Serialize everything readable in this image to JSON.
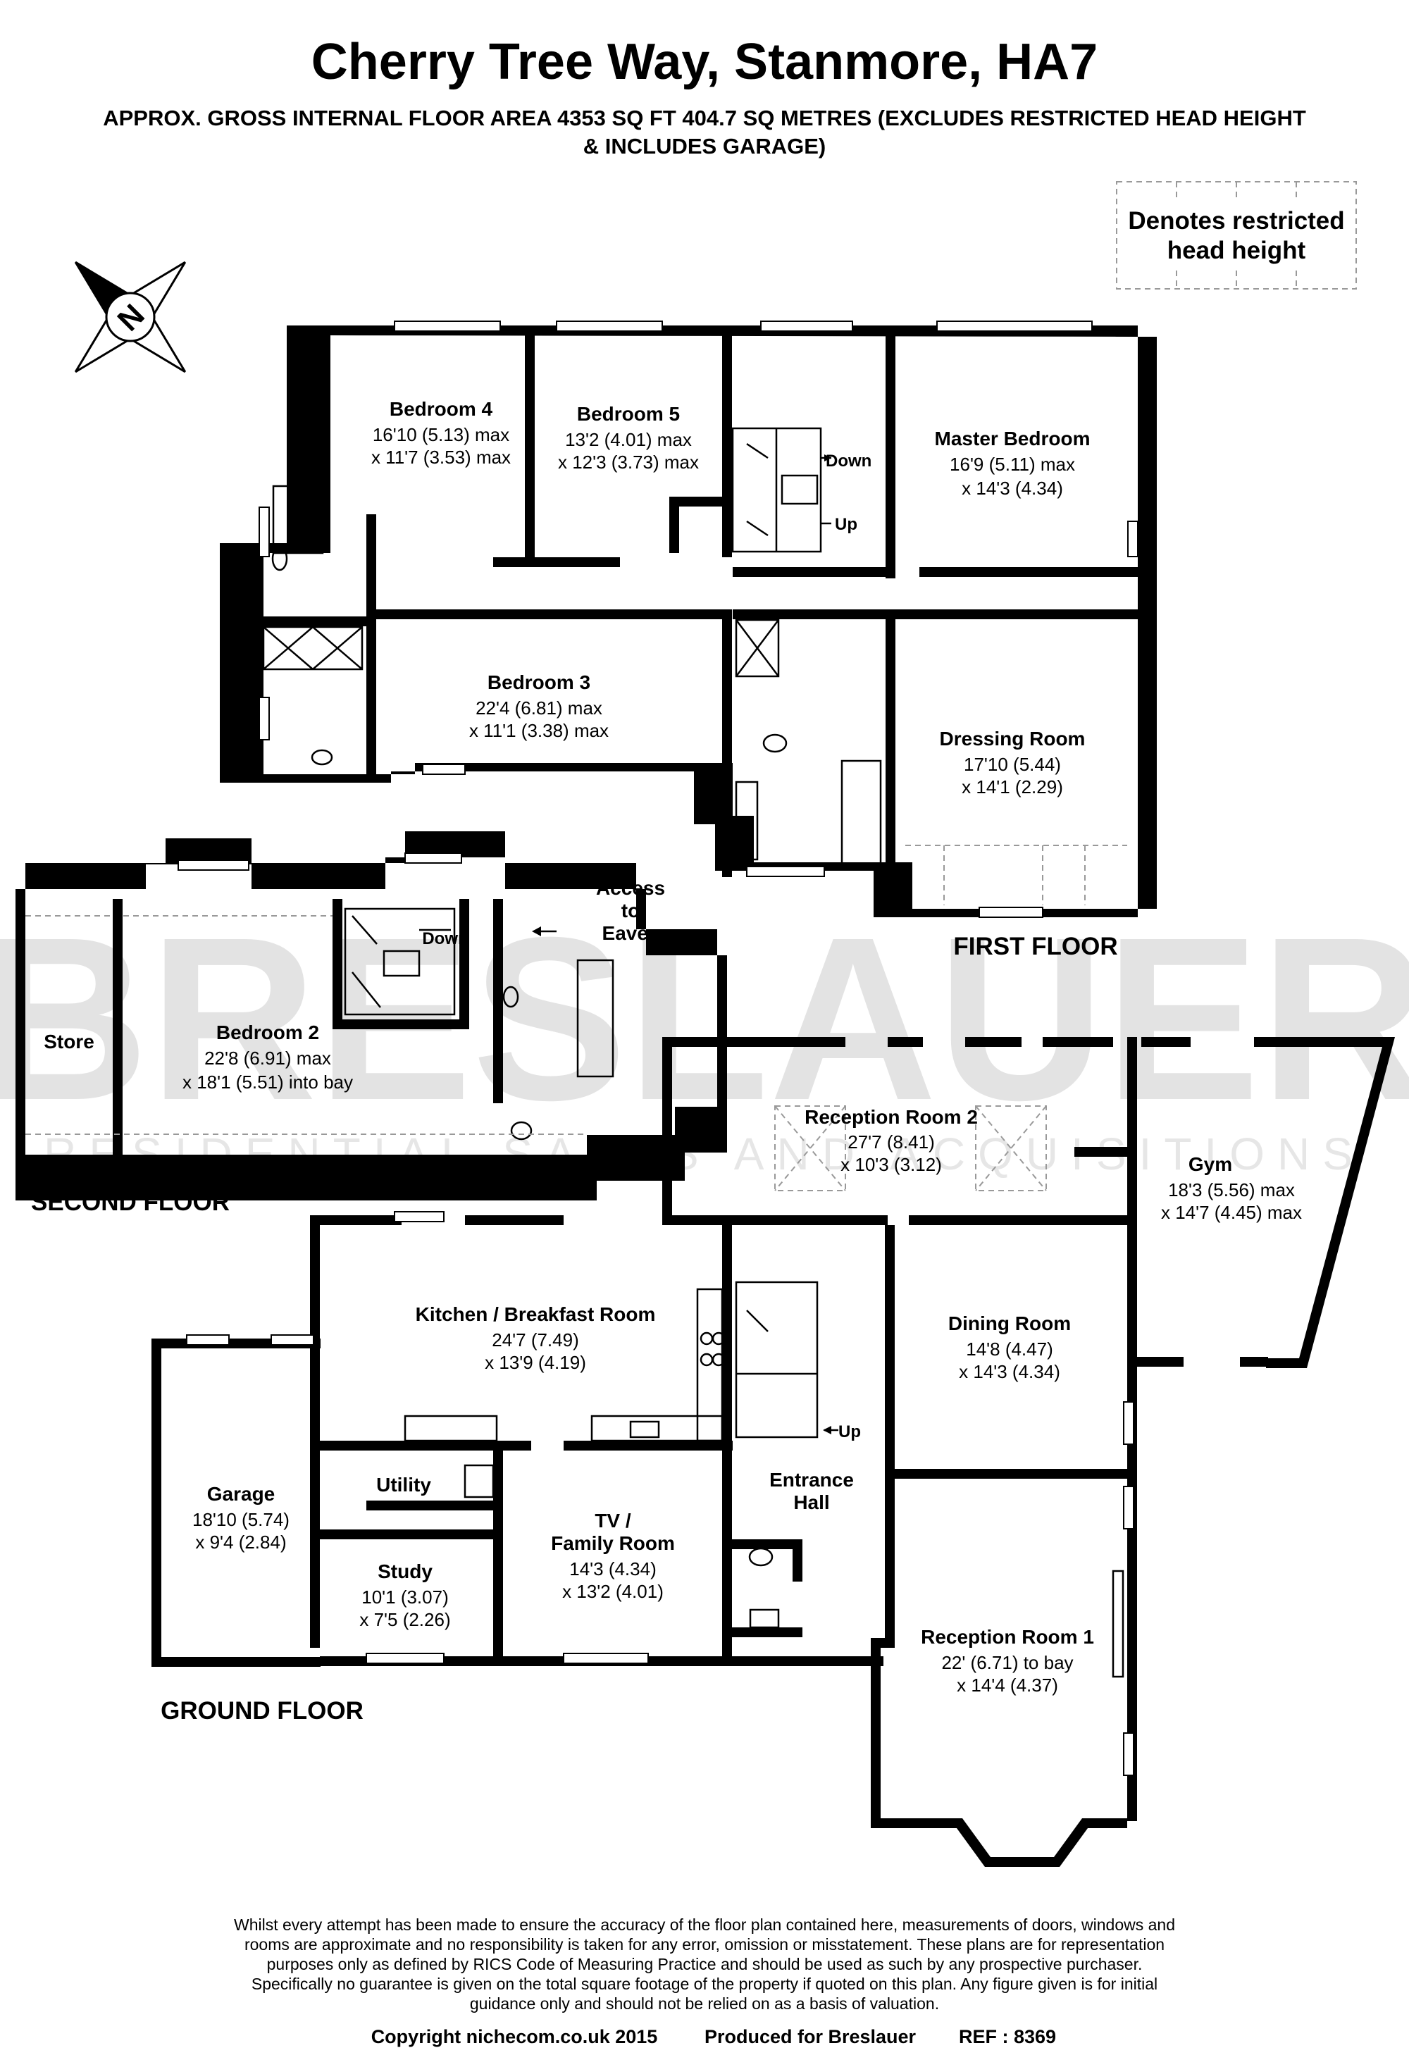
{
  "header": {
    "title": "Cherry Tree Way, Stanmore, HA7",
    "subtitle_line1": "APPROX. GROSS INTERNAL FLOOR AREA 4353 SQ FT 404.7 SQ METRES (EXCLUDES RESTRICTED HEAD HEIGHT",
    "subtitle_line2": "& INCLUDES GARAGE)"
  },
  "legend": {
    "line1": "Denotes restricted",
    "line2": "head height"
  },
  "compass": {
    "letter": "N"
  },
  "watermark": {
    "brand": "BRESLAUER",
    "tagline": "RESIDENTIAL SALES AND ACQUISITIONS"
  },
  "floors": {
    "first": "FIRST FLOOR",
    "second": "SECOND FLOOR",
    "ground": "GROUND FLOOR"
  },
  "rooms": {
    "bedroom4": {
      "name": "Bedroom 4",
      "dim1": "16'10 (5.13) max",
      "dim2": "x 11'7 (3.53) max"
    },
    "bedroom5": {
      "name": "Bedroom 5",
      "dim1": "13'2 (4.01) max",
      "dim2": "x 12'3 (3.73) max"
    },
    "master": {
      "name": "Master Bedroom",
      "dim1": "16'9 (5.11) max",
      "dim2": "x 14'3 (4.34)"
    },
    "bedroom3": {
      "name": "Bedroom 3",
      "dim1": "22'4 (6.81) max",
      "dim2": "x 11'1 (3.38) max"
    },
    "dressing": {
      "name": "Dressing Room",
      "dim1": "17'10 (5.44)",
      "dim2": "x 14'1 (2.29)"
    },
    "bedroom2": {
      "name": "Bedroom 2",
      "dim1": "22'8 (6.91) max",
      "dim2": "x 18'1 (5.51) into bay"
    },
    "store": {
      "name": "Store"
    },
    "reception2": {
      "name": "Reception Room 2",
      "dim1": "27'7 (8.41)",
      "dim2": "x 10'3 (3.12)"
    },
    "gym": {
      "name": "Gym",
      "dim1": "18'3 (5.56) max",
      "dim2": "x 14'7 (4.45) max"
    },
    "kitchen": {
      "name": "Kitchen / Breakfast Room",
      "dim1": "24'7 (7.49)",
      "dim2": "x 13'9 (4.19)"
    },
    "dining": {
      "name": "Dining Room",
      "dim1": "14'8 (4.47)",
      "dim2": "x 14'3 (4.34)"
    },
    "garage": {
      "name": "Garage",
      "dim1": "18'10 (5.74)",
      "dim2": "x 9'4 (2.84)"
    },
    "utility": {
      "name": "Utility"
    },
    "study": {
      "name": "Study",
      "dim1": "10'1 (3.07)",
      "dim2": "x 7'5 (2.26)"
    },
    "tv": {
      "name1": "TV /",
      "name2": "Family Room",
      "dim1": "14'3 (4.34)",
      "dim2": "x 13'2 (4.01)"
    },
    "hall": {
      "name1": "Entrance",
      "name2": "Hall"
    },
    "reception1": {
      "name": "Reception Room 1",
      "dim1": "22' (6.71) to bay",
      "dim2": "x 14'4 (4.37)"
    }
  },
  "labels": {
    "down_first": "Down",
    "up_first": "Up",
    "down_second": "Down",
    "up_ground": "Up",
    "access1": "Access",
    "access2": "to",
    "access3": "Eaves"
  },
  "disclaimer": [
    "Whilst every attempt has been made to ensure the accuracy of the floor plan contained here, measurements of doors, windows and",
    "rooms are approximate and no responsibility is taken for any error, omission or misstatement. These plans are for representation",
    "purposes only as defined by RICS Code of Measuring Practice and should be used as such by any prospective purchaser.",
    "Specifically no guarantee is given on the total square footage of the property if quoted on this plan. Any figure given is for initial",
    "guidance only and should not be relied on as a basis of valuation."
  ],
  "footer": {
    "copyright": "Copyright nichecom.co.uk 2015",
    "produced": "Produced for Breslauer",
    "ref": "REF :  8369"
  }
}
